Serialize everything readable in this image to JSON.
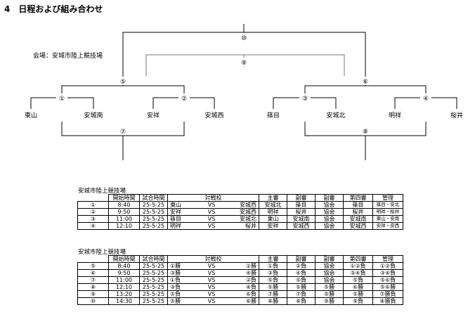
{
  "heading": {
    "number": "4",
    "title": "日程および組み合わせ"
  },
  "venue_label": "会場：安城市陸上競技場",
  "bracket": {
    "teams": [
      "東山",
      "安城南",
      "安祥",
      "安城西",
      "篠目",
      "安城北",
      "明祥",
      "桜井"
    ],
    "games": {
      "g1": "①",
      "g2": "②",
      "g3": "③",
      "g4": "④",
      "g5": "⑤",
      "g6": "⑥",
      "g7": "⑦",
      "g8": "⑧",
      "g9": "⑨",
      "g10": "⑩"
    }
  },
  "table1": {
    "caption": "安城市陸上競技場",
    "headers": {
      "start": "開始時間",
      "date": "試合時間",
      "matchup": "対戦校",
      "chief": "主審",
      "sub1": "副審",
      "sub2": "副審",
      "fourth": "第四審",
      "manage": "管理"
    },
    "rows": [
      {
        "no": "①",
        "start": "8:40",
        "date": "25-5-25",
        "team_a": "東山",
        "vs": "VS",
        "team_b": "安城西",
        "chief": "安城北",
        "sub1": "篠目",
        "sub2": "協会",
        "fourth": "篠目",
        "manage": "篠目・安北"
      },
      {
        "no": "②",
        "start": "9:50",
        "date": "25-5-25",
        "team_a": "安祥",
        "vs": "VS",
        "team_b": "安城西",
        "chief": "明祥",
        "sub1": "桜井",
        "sub2": "協会",
        "fourth": "桜井",
        "manage": "明祥・桜井"
      },
      {
        "no": "③",
        "start": "11:00",
        "date": "25-5-25",
        "team_a": "篠目",
        "vs": "VS",
        "team_b": "安城北",
        "chief": "東山",
        "sub1": "安城南",
        "sub2": "協会",
        "fourth": "安城南",
        "manage": "東山・安南"
      },
      {
        "no": "④",
        "start": "12:10",
        "date": "25-5-25",
        "team_a": "明祥",
        "vs": "VS",
        "team_b": "桜井",
        "chief": "安祥",
        "sub1": "安城西",
        "sub2": "協会",
        "fourth": "安城西",
        "manage": "安祥・安西"
      }
    ]
  },
  "table2": {
    "caption": "安城市陸上競技場",
    "headers": {
      "start": "開始時間",
      "date": "試合時間",
      "matchup": "対戦校",
      "chief": "主審",
      "sub1": "副審",
      "sub2": "副審",
      "fourth": "第四審",
      "manage": "管理"
    },
    "rows": [
      {
        "no": "⑤",
        "start": "8:40",
        "date": "25-5-25",
        "team_a": "①勝",
        "vs": "VS",
        "team_b": "②勝",
        "chief": "①負",
        "sub1": "②負",
        "sub2": "協会",
        "fourth": "①②負",
        "manage": "①②負"
      },
      {
        "no": "⑥",
        "start": "9:50",
        "date": "25-5-25",
        "team_a": "③勝",
        "vs": "VS",
        "team_b": "④勝",
        "chief": "③負",
        "sub1": "④負",
        "sub2": "協会",
        "fourth": "③④負",
        "manage": "③④負"
      },
      {
        "no": "⑦",
        "start": "11:00",
        "date": "25-5-25",
        "team_a": "①負",
        "vs": "VS",
        "team_b": "②負",
        "chief": "⑤負",
        "sub1": "⑤負",
        "sub2": "協会",
        "fourth": "⑤負",
        "manage": "⑤⑥負"
      },
      {
        "no": "⑧",
        "start": "12:10",
        "date": "25-5-25",
        "team_a": "③負",
        "vs": "VS",
        "team_b": "④負",
        "chief": "⑤勝",
        "sub1": "⑤勝",
        "sub2": "⑤勝",
        "fourth": "⑥勝",
        "manage": "⑤⑥勝"
      },
      {
        "no": "⑨",
        "start": "13:20",
        "date": "25-5-25",
        "team_a": "⑤負",
        "vs": "VS",
        "team_b": "⑥負",
        "chief": "⑦勝",
        "sub1": "⑦負",
        "sub2": "⑤勝",
        "fourth": "⑤勝",
        "manage": "⑦勝負"
      },
      {
        "no": "⑩",
        "start": "14:30",
        "date": "25-5-25",
        "team_a": "⑤勝",
        "vs": "VS",
        "team_b": "⑥勝",
        "chief": "⑧勝",
        "sub1": "⑧負",
        "sub2": "⑨勝",
        "fourth": "⑨負",
        "manage": "⑧勝負"
      }
    ]
  }
}
